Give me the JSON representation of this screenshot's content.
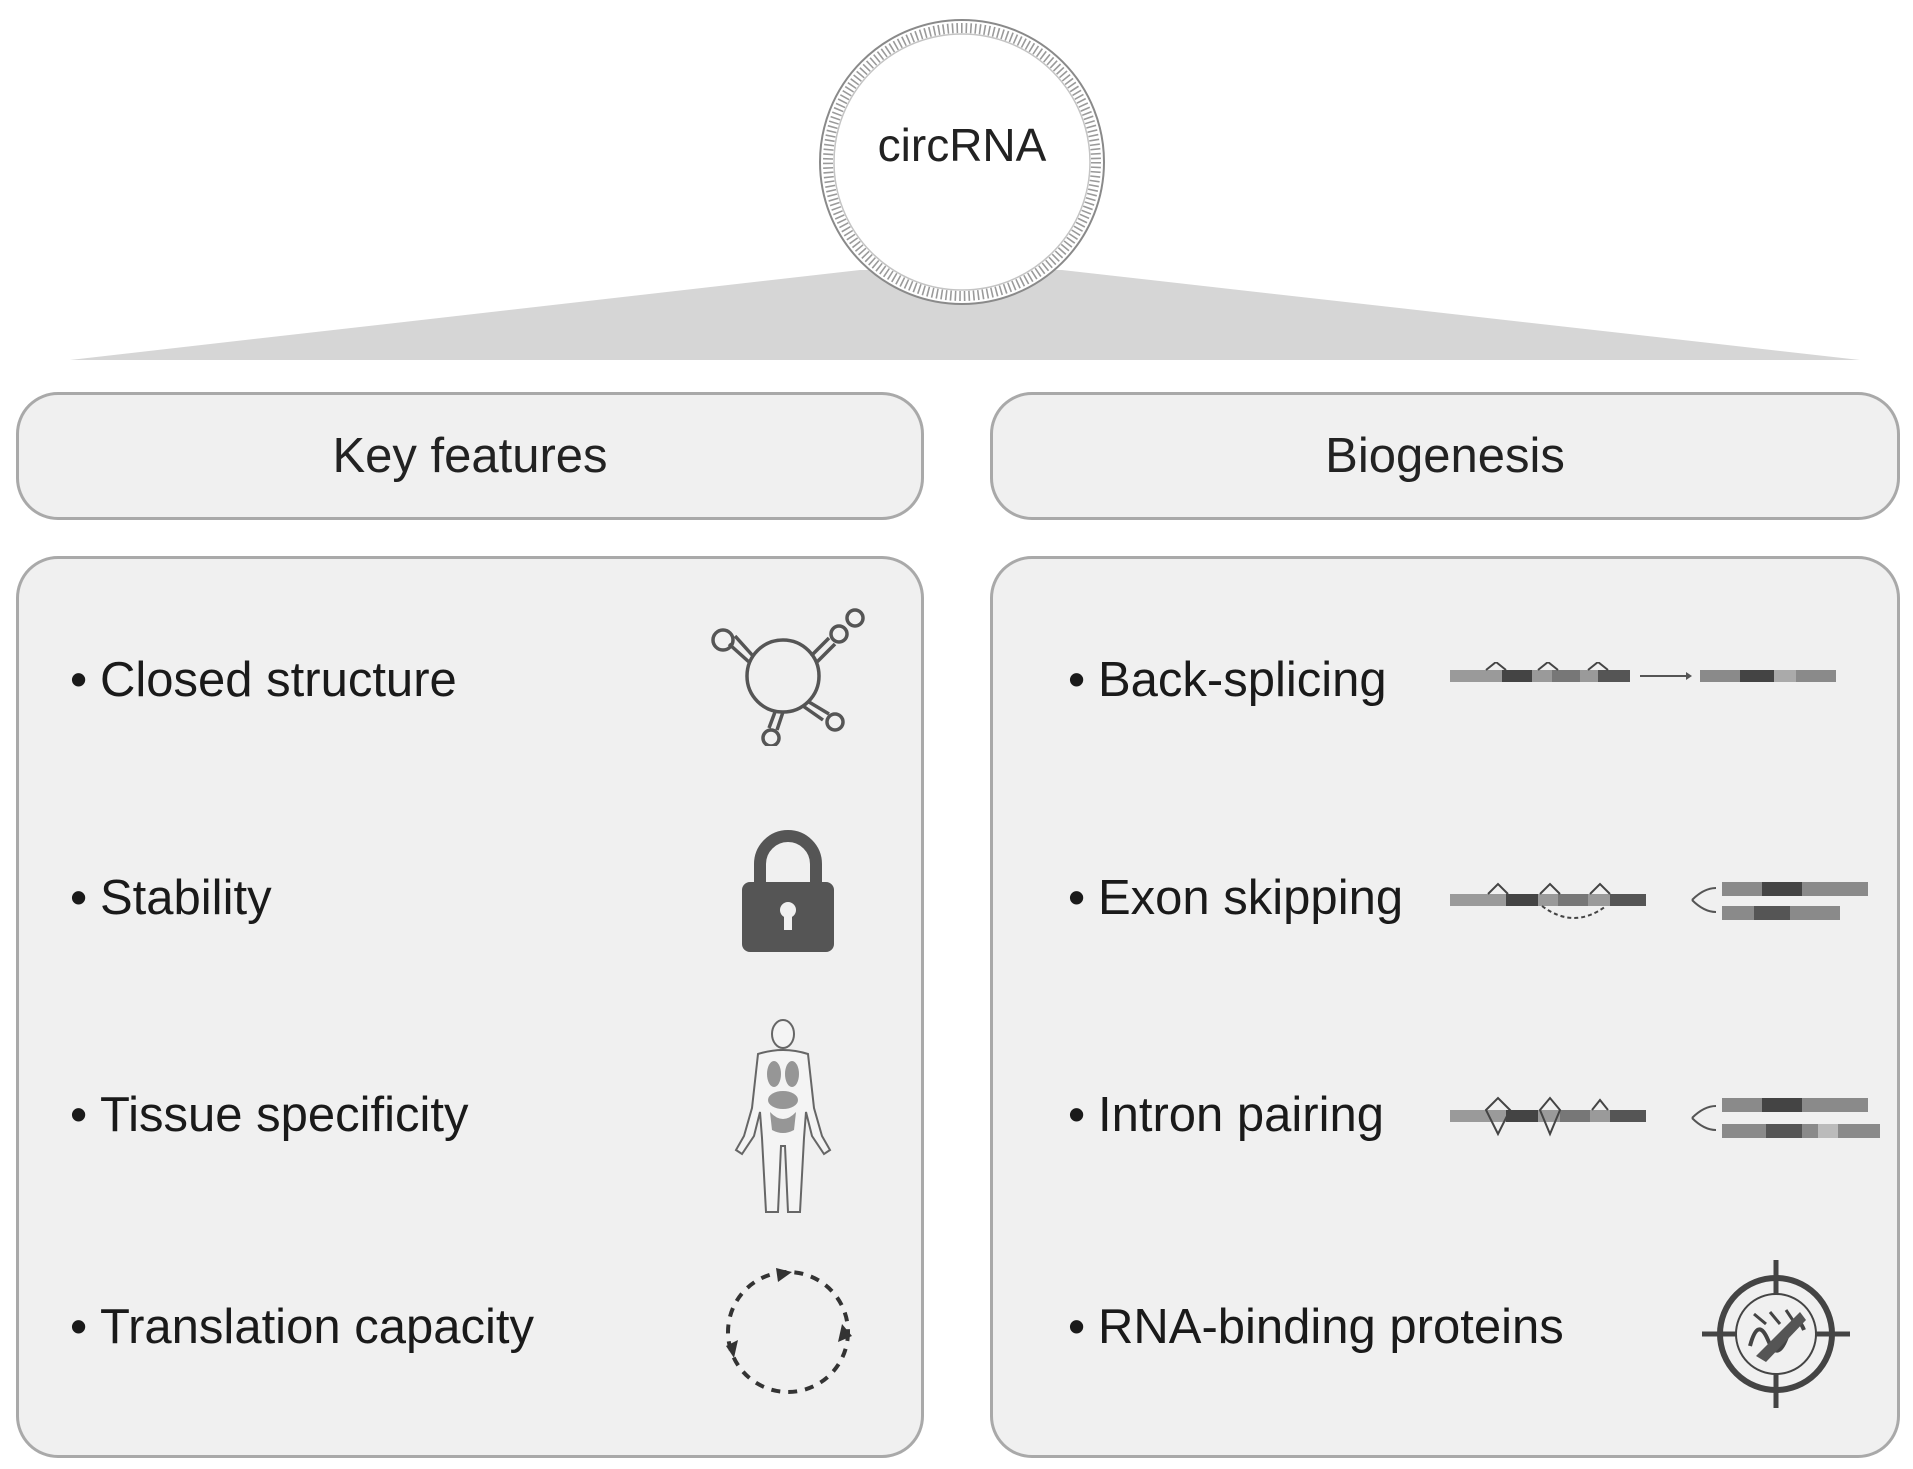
{
  "hub": {
    "label": "circRNA"
  },
  "panels": [
    {
      "header": "Key features",
      "items": [
        {
          "label": "Closed structure",
          "icon": "circular-rna-structure-icon"
        },
        {
          "label": "Stability",
          "icon": "padlock-icon"
        },
        {
          "label": "Tissue specificity",
          "icon": "human-body-icon"
        },
        {
          "label": "Translation capacity",
          "icon": "dashed-circular-arrows-icon"
        }
      ]
    },
    {
      "header": "Biogenesis",
      "items": [
        {
          "label": "Back-splicing",
          "icon": "back-splicing-icon"
        },
        {
          "label": "Exon skipping",
          "icon": "exon-skipping-icon"
        },
        {
          "label": "Intron pairing",
          "icon": "intron-pairing-icon"
        },
        {
          "label": "RNA-binding proteins",
          "icon": "rna-binding-protein-icon"
        }
      ]
    }
  ],
  "colors": {
    "panel_fill": "#f0f0f0",
    "panel_border": "#a9a9a9",
    "icon_dark": "#555555",
    "icon_light": "#9a9a9a"
  }
}
